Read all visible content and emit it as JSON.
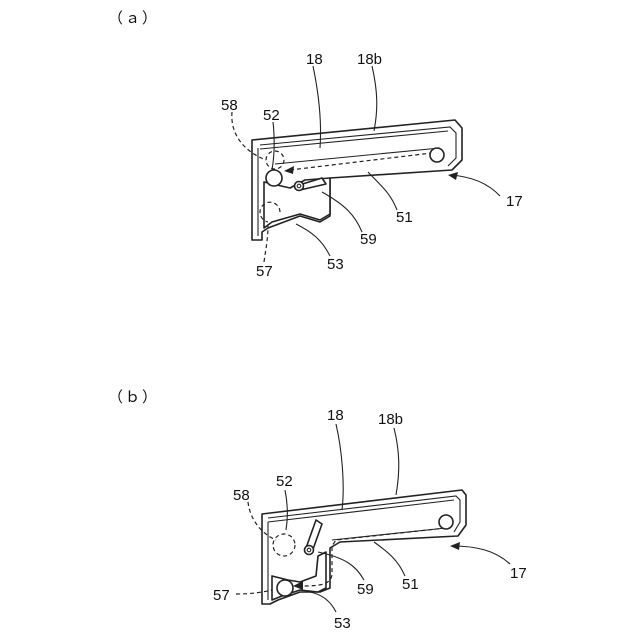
{
  "panels": [
    {
      "id": "a",
      "label": "（ａ）",
      "refs": {
        "r18": "18",
        "r18b": "18b",
        "r58": "58",
        "r52": "52",
        "r17": "17",
        "r51": "51",
        "r59": "59",
        "r57": "57",
        "r53": "53"
      }
    },
    {
      "id": "b",
      "label": "（ｂ）",
      "refs": {
        "r18": "18",
        "r18b": "18b",
        "r58": "58",
        "r52": "52",
        "r17": "17",
        "r51": "51",
        "r59": "59",
        "r57": "57",
        "r53": "53"
      }
    }
  ]
}
